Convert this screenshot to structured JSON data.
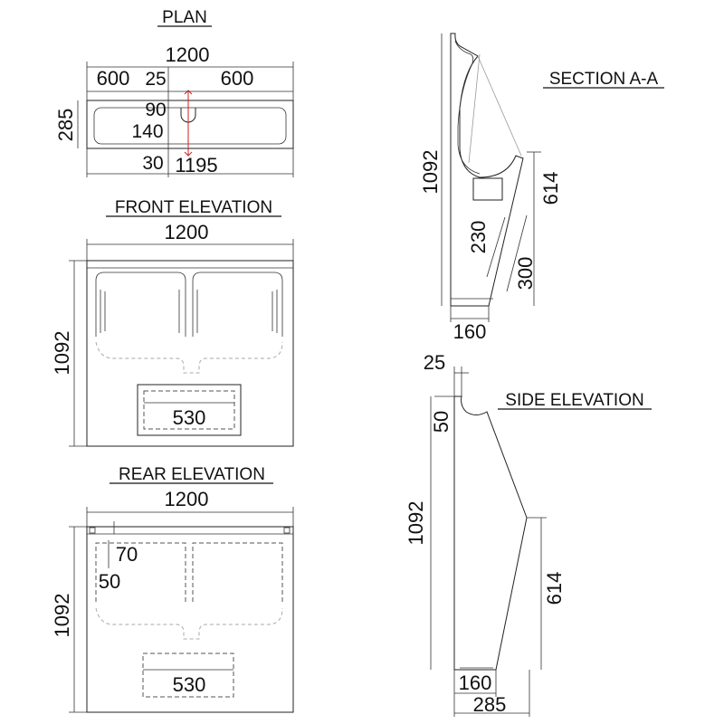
{
  "titles": {
    "plan": "PLAN",
    "front": "FRONT ELEVATION",
    "rear": "REAR ELEVATION",
    "section": "SECTION A-A",
    "side": "SIDE ELEVATION"
  },
  "plan_dims": {
    "overall_width": "1200",
    "left_half": "600",
    "gap": "25",
    "right_half": "600",
    "depth": "285",
    "d90": "90",
    "d140": "140",
    "d30": "30",
    "d1195": "1195"
  },
  "front_dims": {
    "width": "1200",
    "height": "1092",
    "panel": "530"
  },
  "rear_dims": {
    "width": "1200",
    "height": "1092",
    "d70": "70",
    "d50": "50",
    "panel": "530"
  },
  "section_dims": {
    "height": "1092",
    "d614": "614",
    "d230": "230",
    "d300": "300",
    "d160": "160"
  },
  "side_dims": {
    "d25": "25",
    "d50": "50",
    "height": "1092",
    "d614": "614",
    "d160": "160",
    "d285": "285"
  }
}
